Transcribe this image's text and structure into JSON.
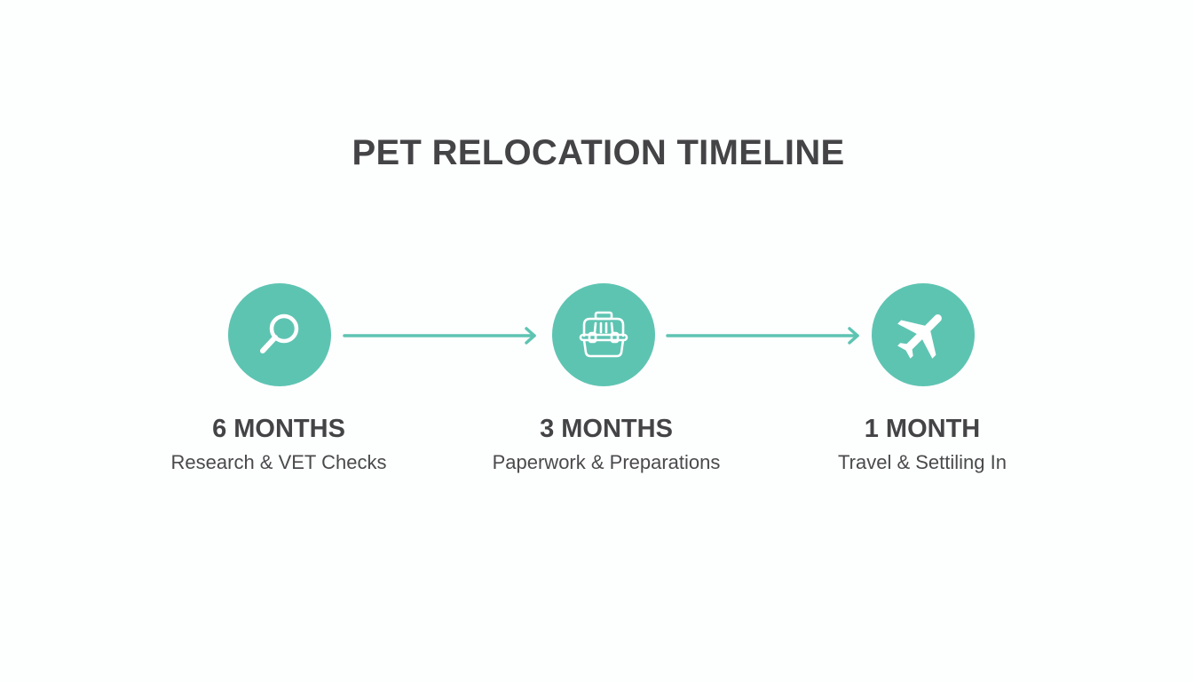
{
  "title": "PET RELOCATION TIMELINE",
  "colors": {
    "accent": "#5ec4b2",
    "text": "#444446",
    "background": "#ffffff"
  },
  "steps": [
    {
      "icon": "magnifying-glass-icon",
      "heading": "6 MONTHS",
      "description": "Research & VET Checks"
    },
    {
      "icon": "pet-carrier-icon",
      "heading": "3 MONTHS",
      "description": "Paperwork & Preparations"
    },
    {
      "icon": "airplane-icon",
      "heading": "1 MONTH",
      "description": "Travel & Settiling In"
    }
  ],
  "connectors": [
    {
      "from": 0,
      "to": 1,
      "type": "arrow-right"
    },
    {
      "from": 1,
      "to": 2,
      "type": "arrow-right"
    }
  ]
}
